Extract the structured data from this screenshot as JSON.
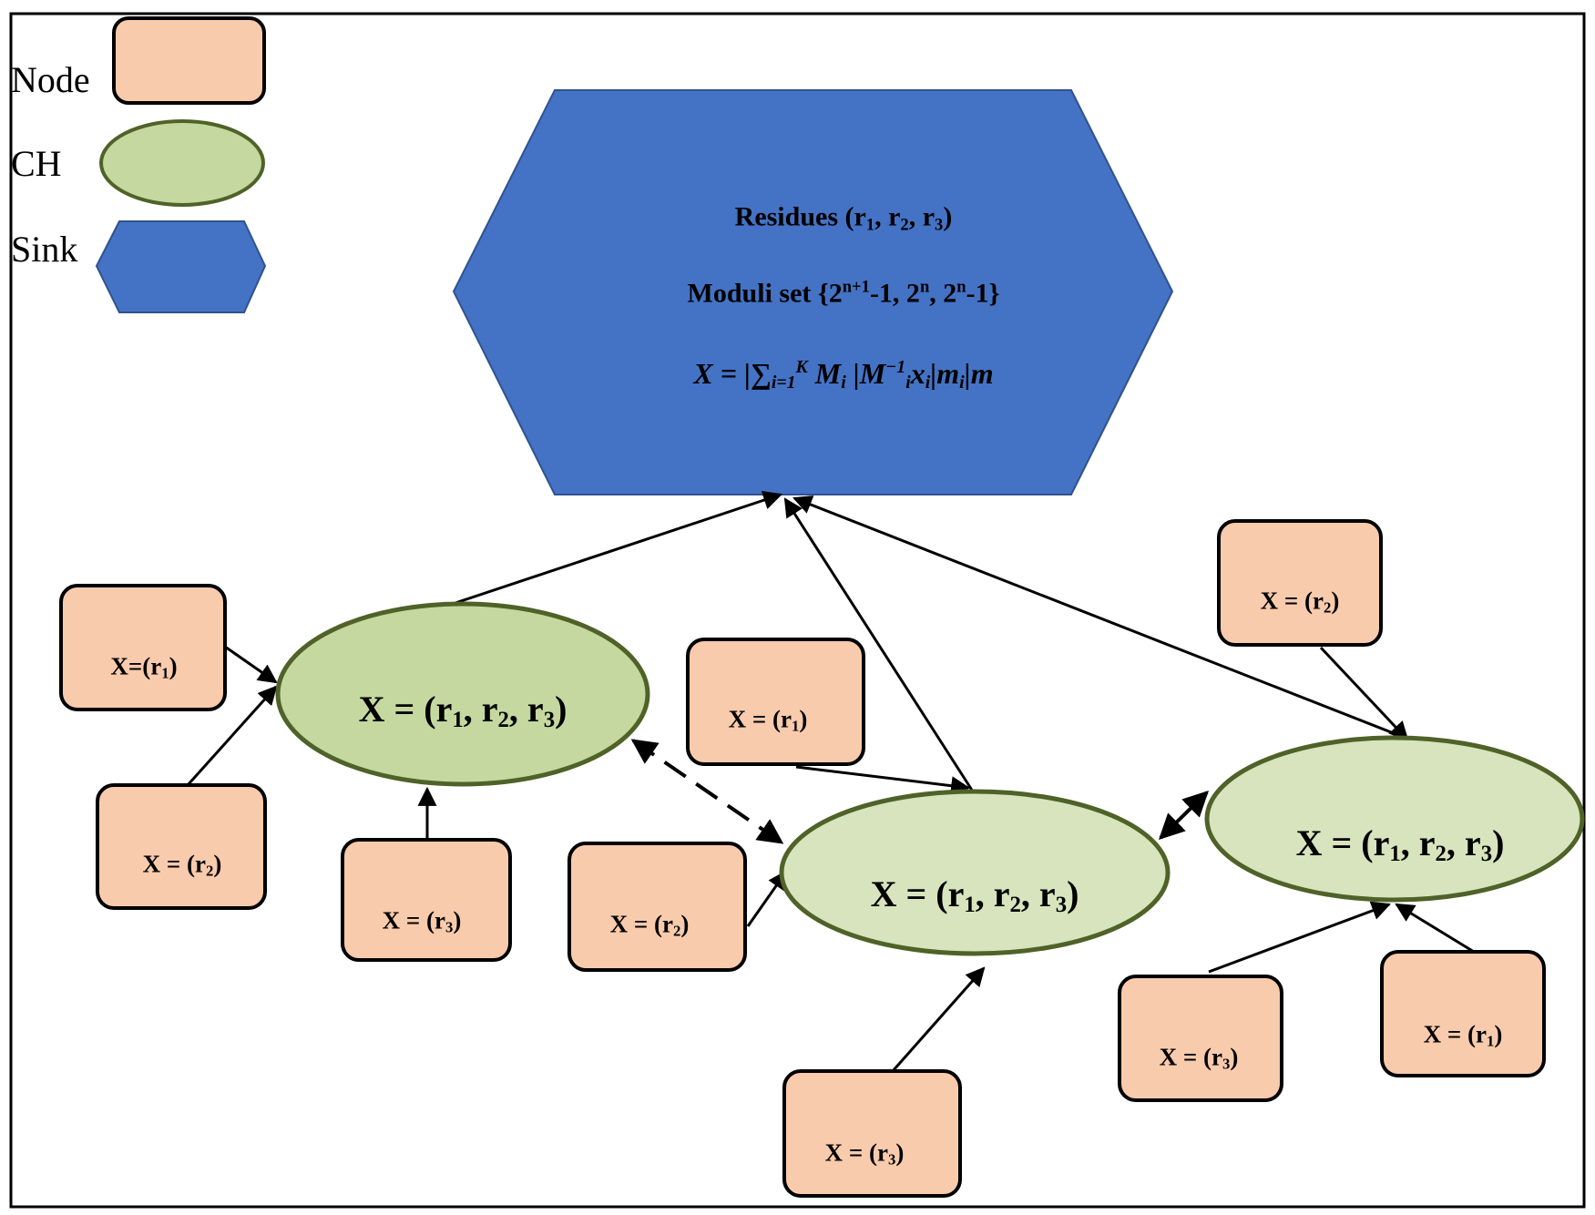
{
  "legend": {
    "node": "Node",
    "ch": "CH",
    "sink": "Sink"
  },
  "sink": {
    "line1_prefix": "Residues (r",
    "line1_mid1": ", r",
    "line1_mid2": ", r",
    "line1_suffix": ")",
    "sub1": "1",
    "sub2": "2",
    "sub3": "3",
    "line2_prefix": "Moduli set {2",
    "line2_sup1": "n+1",
    "line2_mid1": "-1, 2",
    "line2_sup2": "n",
    "line2_mid2": ", 2",
    "line2_sup3": "n",
    "line2_suffix": "-1}",
    "formula_lhs": "X = ",
    "formula_sum": "|∑",
    "formula_sum_sub": "i=1",
    "formula_sum_sup": "K",
    "formula_mi": " M",
    "formula_mi_sub": "i",
    "formula_inv": " |M",
    "formula_inv_sub": "i",
    "formula_inv_sup": "−1",
    "formula_x": "x",
    "formula_x_sub": "i",
    "formula_mod": "|m",
    "formula_mod_sub": "i",
    "formula_end": "|m"
  },
  "ch_label": {
    "prefix": "X = (r",
    "sep": ", r",
    "suffix": ")",
    "s1": "1",
    "s2": "2",
    "s3": "3"
  },
  "nodes": {
    "n1": {
      "text": "X=(r",
      "sub": "1",
      "close": ")"
    },
    "n2": {
      "text": "X = (r",
      "sub": "2",
      "close": ")"
    },
    "n3": {
      "text": "X = (r",
      "sub": "3",
      "close": ")"
    },
    "n4": {
      "text": "X = (r",
      "sub": "1",
      "close": ")"
    },
    "n5": {
      "text": "X = (r",
      "sub": "2",
      "close": ")"
    },
    "n6": {
      "text": "X = (r",
      "sub": "3",
      "close": ")"
    },
    "n7": {
      "text": "X = (r",
      "sub": "2",
      "close": ")"
    },
    "n8": {
      "text": "X = (r",
      "sub": "3",
      "close": ")"
    },
    "n9": {
      "text": "X = (r",
      "sub": "1",
      "close": ")"
    }
  },
  "colors": {
    "node_fill": "#F8CBAD",
    "ch1_fill": "#C5D8A0",
    "ch_fill": "#D7E4BD",
    "ch_stroke": "#4F6228",
    "sink_fill": "#4472C4",
    "sink_stroke": "#2F528F"
  }
}
